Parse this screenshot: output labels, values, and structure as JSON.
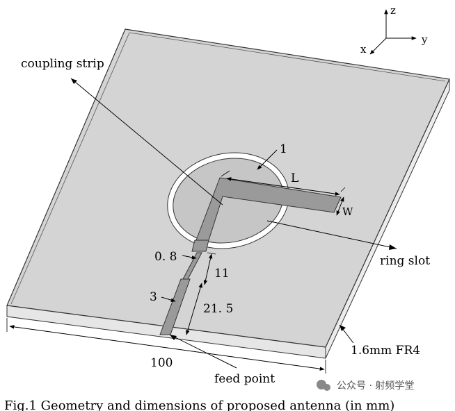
{
  "axes": {
    "z": "z",
    "y": "y",
    "x": "x"
  },
  "labels": {
    "coupling_strip": "coupling strip",
    "ring_slot": "ring slot",
    "feed_point": "feed point",
    "substrate": "1.6mm FR4",
    "dim_ring_width": "1",
    "dim_L": "L",
    "dim_W": "W",
    "dim_gap": "0. 8",
    "dim_11": "11",
    "dim_3": "3",
    "dim_21_5": "21. 5",
    "dim_100": "100"
  },
  "caption": "Fig.1   Geometry and dimensions of proposed antenna (in mm)",
  "watermark": "公众号 · 射频学堂",
  "colors": {
    "substrate_top": "#d4d4d4",
    "substrate_edge": "#e6e6e6",
    "copper_strip": "#9a9a9a",
    "ring_inner": "#c6c6c6",
    "ring_slot": "#ffffff",
    "outline": "#333333"
  }
}
